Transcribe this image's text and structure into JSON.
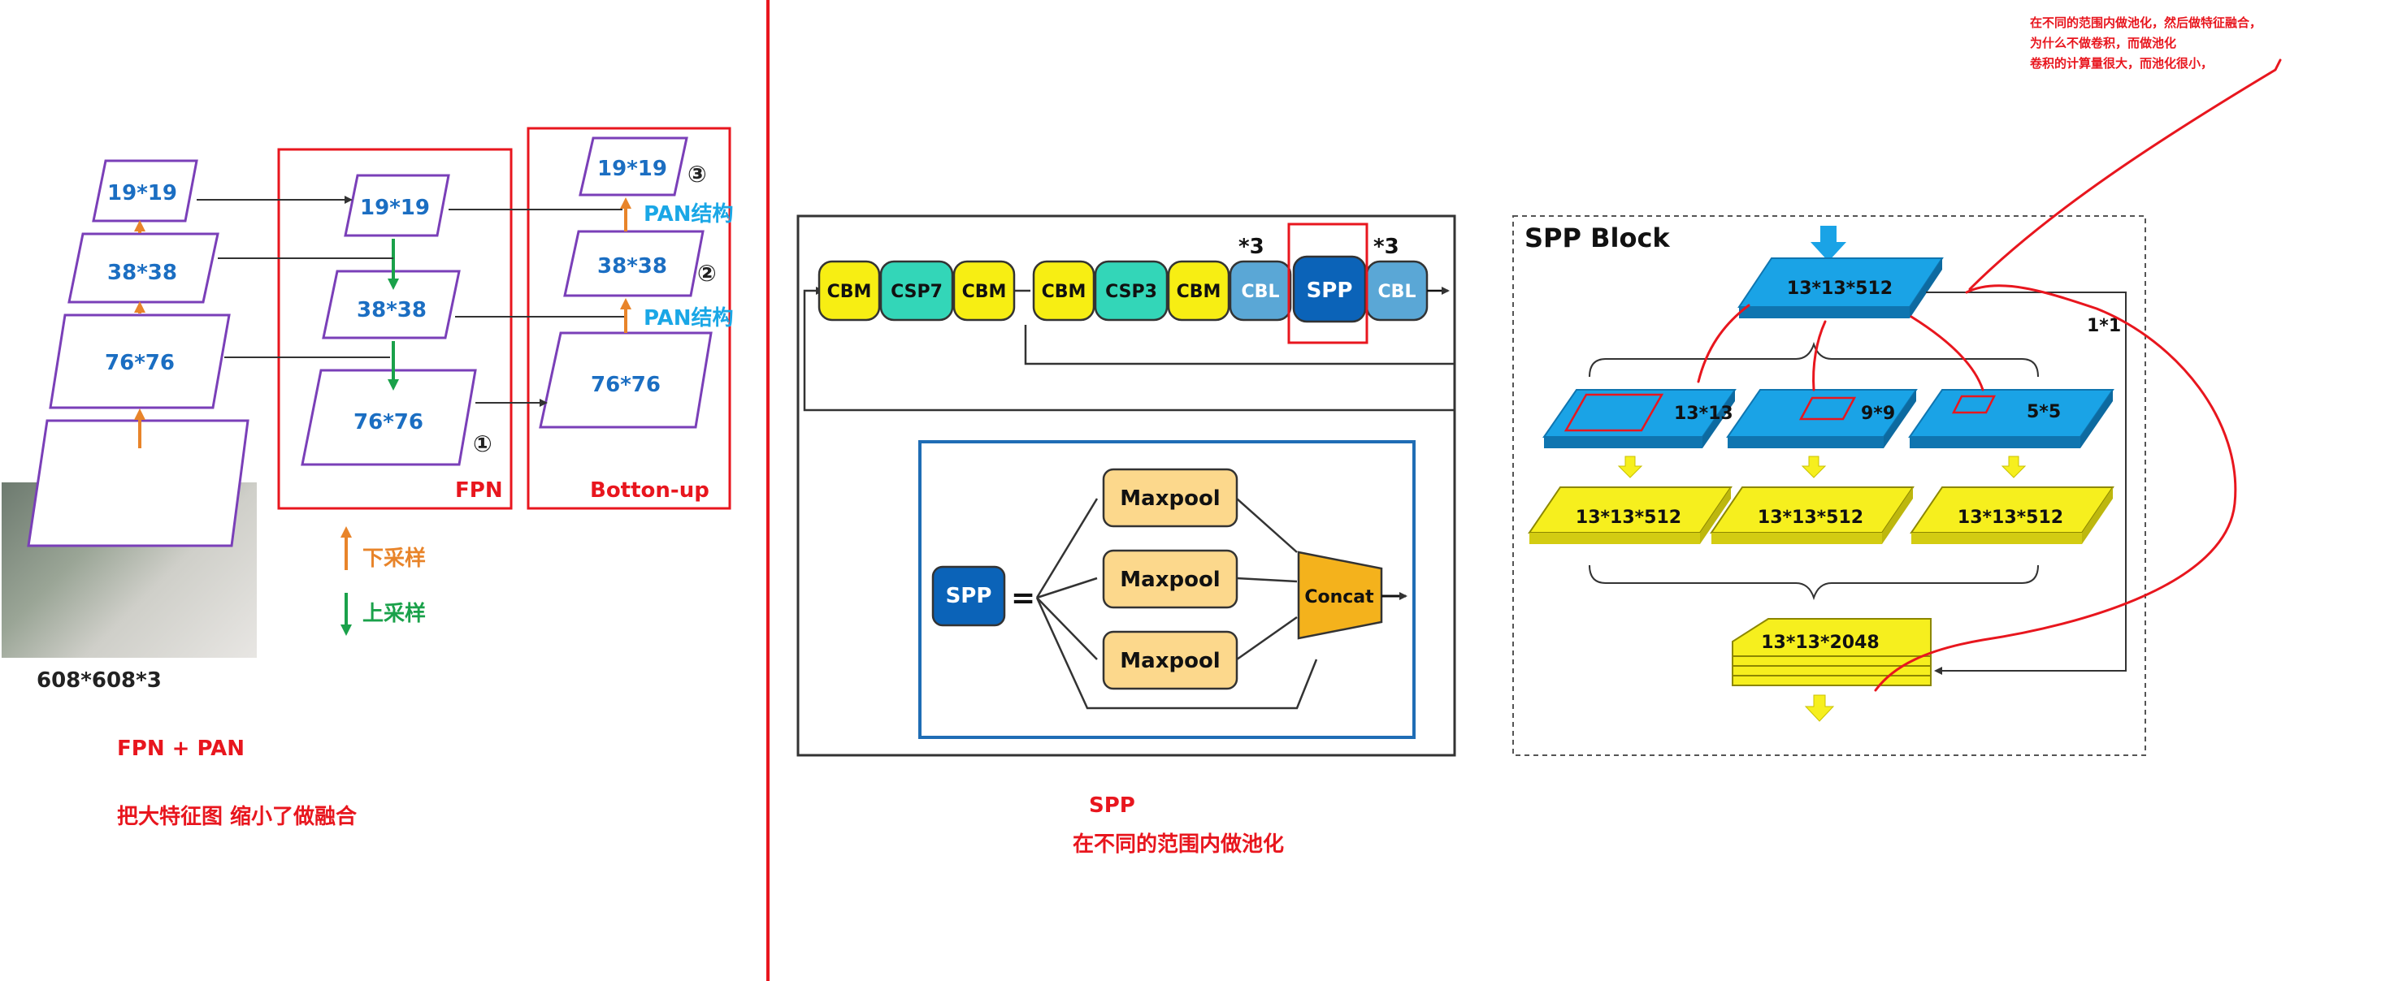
{
  "left": {
    "pyramid": [
      "19*19",
      "38*38",
      "76*76"
    ],
    "input_label": "608*608*3",
    "fpn_nodes": [
      "19*19",
      "38*38",
      "76*76"
    ],
    "fpn_label": "FPN",
    "pan_nodes": [
      "19*19",
      "38*38",
      "76*76"
    ],
    "botton_label": "Botton-up",
    "pan_struct_1": "PAN结构",
    "pan_struct_2": "PAN结构",
    "circle_1": "①",
    "circle_2": "②",
    "circle_3": "③",
    "legend_down": "下采样",
    "legend_up": "上采样",
    "title": "FPN + PAN",
    "note": "把大特征图 缩小了做融合"
  },
  "middle": {
    "blocks": [
      "CBM",
      "CSP7",
      "CBM",
      "CBM",
      "CSP3",
      "CBM",
      "CBL",
      "SPP",
      "CBL"
    ],
    "mult_1": "*3",
    "mult_2": "*3",
    "spp_label": "SPP",
    "equals": "=",
    "maxpool": [
      "Maxpool",
      "Maxpool",
      "Maxpool"
    ],
    "concat": "Concat",
    "caption_title": "SPP",
    "caption_text": "在不同的范围内做池化"
  },
  "right": {
    "title": "SPP Block",
    "top_block": "13*13*512",
    "pool_sizes": [
      "13*13",
      "9*9",
      "5*5"
    ],
    "outputs": [
      "13*13*512",
      "13*13*512",
      "13*13*512"
    ],
    "concat_block": "13*13*2048",
    "shortcut": "1*1",
    "note_lines": [
      "在不同的范围内做池化，然后做特征融合，",
      "为什么不做卷积，而做池化",
      "卷积的计算量很大，而池化很小，"
    ]
  },
  "colors": {
    "red": "#e8161e",
    "purple": "#7a3fb8",
    "blue_text": "#1b6ec2",
    "cyan_text": "#1aa7e6",
    "orange": "#e8842a",
    "green": "#1aa14a",
    "cbm": "#f7ee13",
    "csp": "#33d6b8",
    "cbl": "#5aa7d6",
    "spp": "#0b63b8",
    "maxpool": "#fcd88c",
    "concat": "#f4b21c",
    "spp_blue": "#1aa3e6",
    "spp_yellow": "#f6ef1e"
  }
}
